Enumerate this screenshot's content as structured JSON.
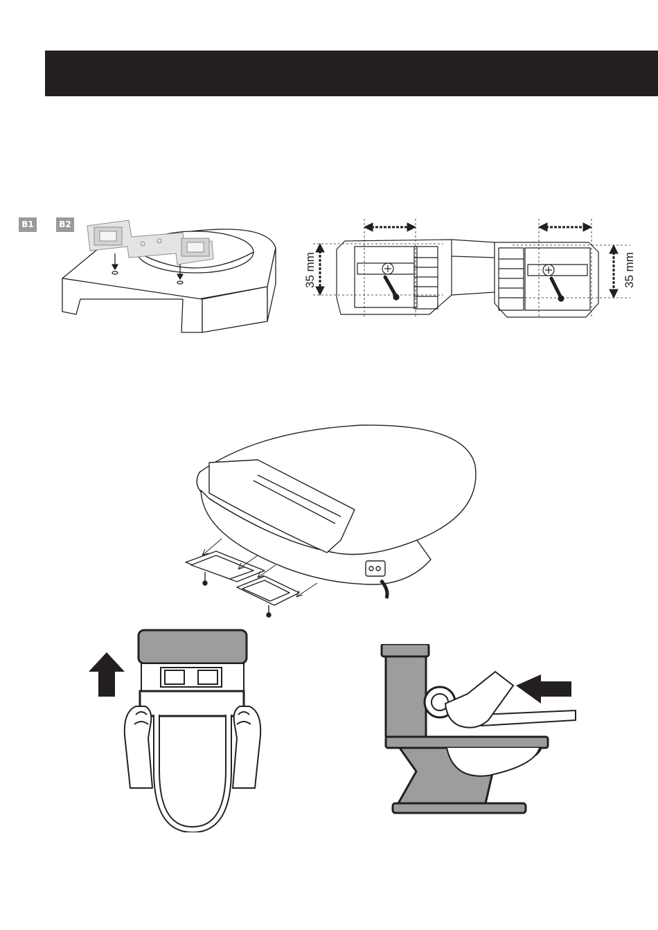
{
  "badges": {
    "b1": "B1",
    "b2": "B2"
  },
  "dimension": {
    "left": "35 mm",
    "right": "35 mm"
  },
  "colors": {
    "header": "#231f20",
    "badge": "#9a9a9a",
    "line": "#231f20",
    "grey": "#9d9d9d"
  },
  "icons": {
    "step_b1": "mounting-plate-on-base-icon",
    "step_b2": "adjustment-slider-icon",
    "step_seat": "seat-slide-on-icon",
    "step_lift": "lift-seat-hands-icon",
    "step_push": "push-seat-toilet-icon"
  }
}
